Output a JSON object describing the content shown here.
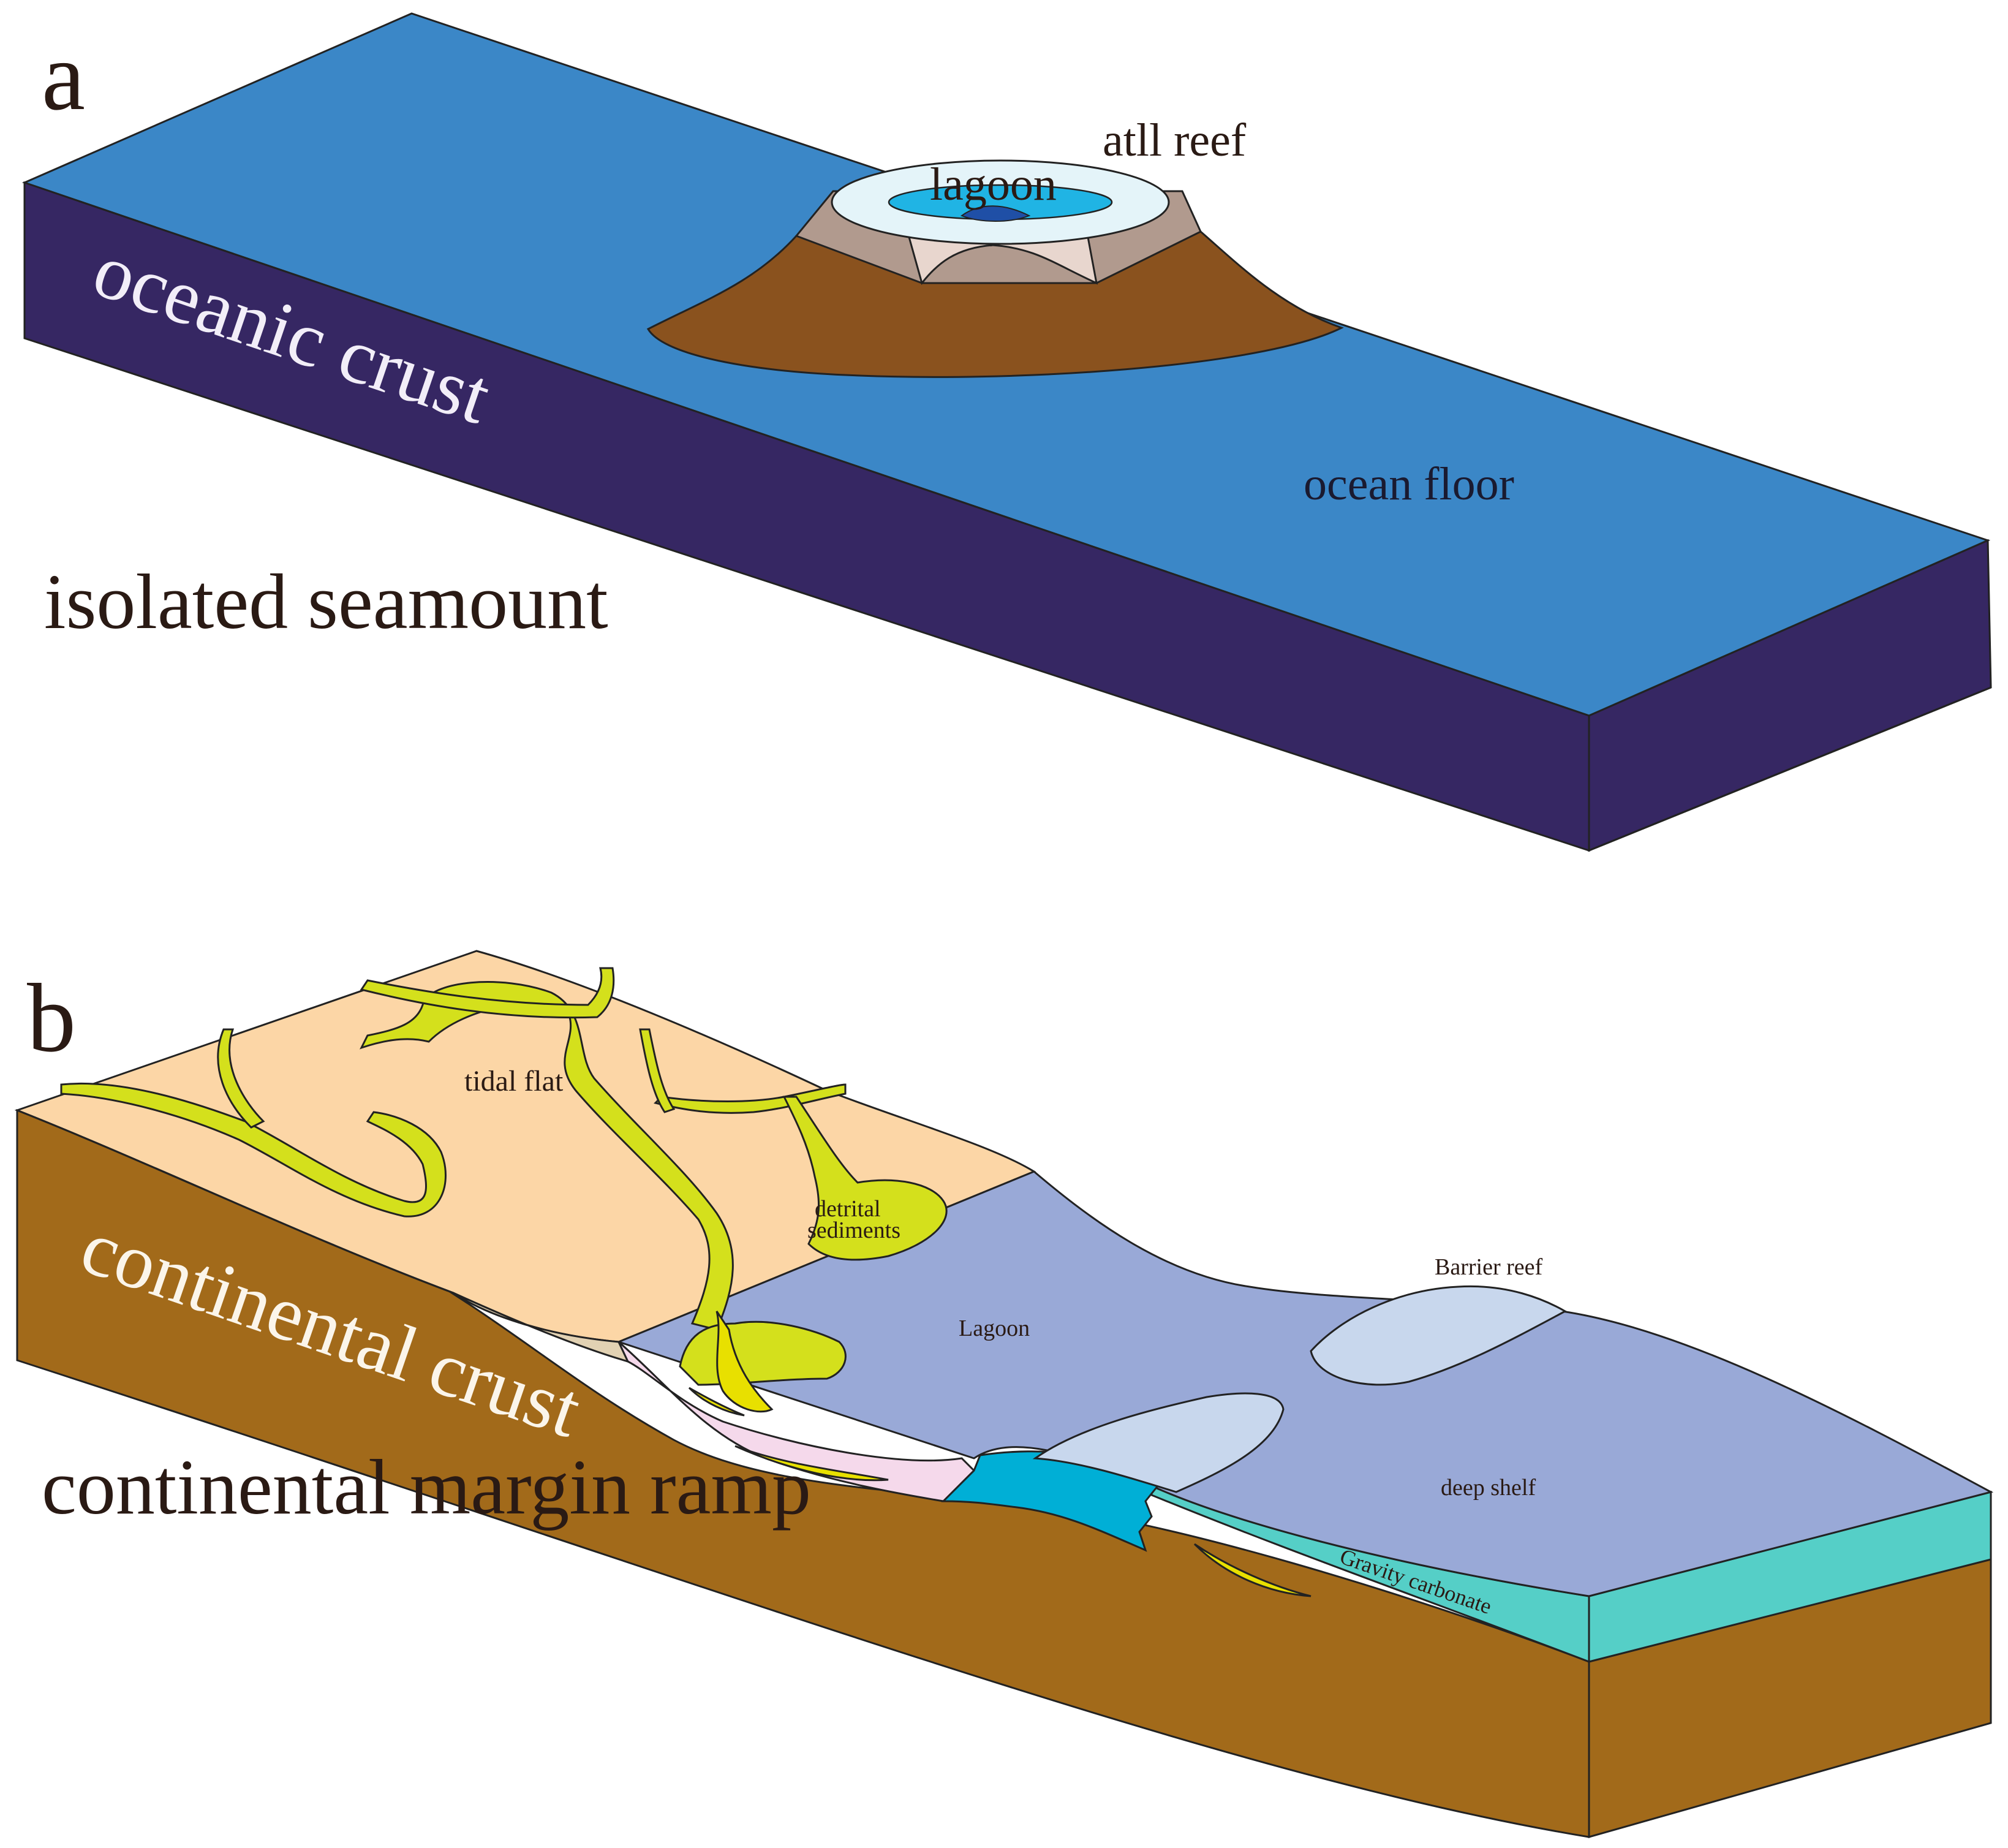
{
  "panel_a": {
    "letter": "a",
    "labels": {
      "reef": "atll reef",
      "lagoon": "lagoon",
      "crust": "oceanic crust",
      "floor": "ocean floor",
      "setting": "isolated seamount"
    },
    "colors": {
      "ocean_top": "#3b87c7",
      "crust_side": "#362763",
      "seamount": "#8a521e",
      "reef_ring": "#e4f4f9",
      "lagoon_water": "#20b4e4",
      "flank_outer": "#b19a8e",
      "flank_inner": "#e8d6ce"
    }
  },
  "panel_b": {
    "letter": "b",
    "labels": {
      "tidal_flat": "tidal flat",
      "detrital": "detrital",
      "sediments": "sediments",
      "lagoon": "Lagoon",
      "barrier_reef": "Barrier reef",
      "deep_shelf": "deep shelf",
      "gravity": "Gravity carbonate",
      "crust": "continental crust",
      "setting": "continental margin ramp"
    },
    "colors": {
      "tidal_flat": "#fcd6a6",
      "channels": "#d4e01c",
      "lagoon": "#99a9d7",
      "barrier_reef": "#c8d7ed",
      "crust": "#a26a1a",
      "gravity_carbonate": "#55cfc7",
      "slope_wedge": "#00afd6",
      "pink_wedge": "#f5d9eb",
      "rim": "#e2d2b3"
    }
  }
}
